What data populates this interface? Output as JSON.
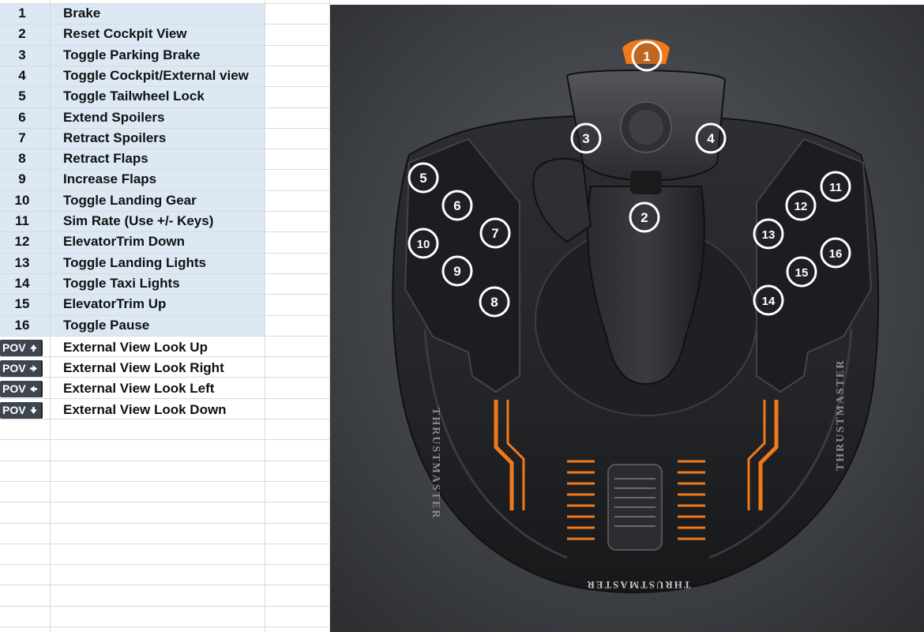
{
  "mapping": [
    {
      "num": "1",
      "action": "Brake"
    },
    {
      "num": "2",
      "action": "Reset Cockpit View"
    },
    {
      "num": "3",
      "action": "Toggle Parking Brake"
    },
    {
      "num": "4",
      "action": "Toggle Cockpit/External view"
    },
    {
      "num": "5",
      "action": "Toggle Tailwheel Lock"
    },
    {
      "num": "6",
      "action": "Extend Spoilers"
    },
    {
      "num": "7",
      "action": "Retract Spoilers"
    },
    {
      "num": "8",
      "action": "Retract Flaps"
    },
    {
      "num": "9",
      "action": "Increase Flaps"
    },
    {
      "num": "10",
      "action": "Toggle Landing Gear"
    },
    {
      "num": "11",
      "action": "Sim Rate (Use +/- Keys)"
    },
    {
      "num": "12",
      "action": "ElevatorTrim Down"
    },
    {
      "num": "13",
      "action": "Toggle Landing Lights"
    },
    {
      "num": "14",
      "action": "Toggle Taxi Lights"
    },
    {
      "num": "15",
      "action": "ElevatorTrim Up"
    },
    {
      "num": "16",
      "action": "Toggle Pause"
    }
  ],
  "pov": [
    {
      "label": "POV",
      "direction": "up",
      "action": "External View Look Up"
    },
    {
      "label": "POV",
      "direction": "right",
      "action": "External View Look Right"
    },
    {
      "label": "POV",
      "direction": "left",
      "action": "External View Look Left"
    },
    {
      "label": "POV",
      "direction": "down",
      "action": "External View Look Down"
    }
  ],
  "photo": {
    "brand_left": "THRUSTMASTER",
    "brand_right": "THRUSTMASTER",
    "brand_bottom": "THRUSTMASTER",
    "button_markers": [
      "1",
      "2",
      "3",
      "4",
      "5",
      "6",
      "7",
      "8",
      "9",
      "10",
      "11",
      "12",
      "13",
      "14",
      "15",
      "16"
    ]
  },
  "colors": {
    "highlight": "#dce9f5",
    "accent_orange": "#f07a1a",
    "pov_badge": "#3d4550"
  }
}
